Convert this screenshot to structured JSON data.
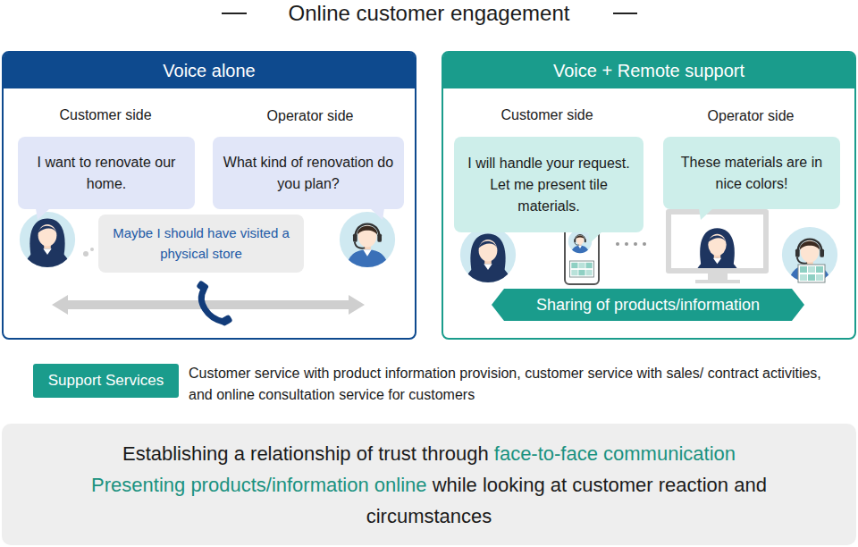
{
  "diagram": {
    "title": "Online customer engagement",
    "nodes": [
      {
        "text": [
          "Voice alone"
        ]
      },
      {
        "text": [
          "I want to renovate our home."
        ],
        "in": 0
      },
      {
        "text": [
          "What kind of renovation do you plan?"
        ],
        "in": 0
      },
      {
        "text": [
          "Maybe I should have visited a physical store"
        ],
        "in": 0
      },
      {
        "text": [
          "Voice + Remote support"
        ]
      },
      {
        "text": [
          "I will handle your request. Let me present tile materials."
        ],
        "in": 4
      },
      {
        "text": [
          "These materials are in nice colors!"
        ],
        "in": 4
      },
      {
        "text": [
          "Sharing of products/information"
        ],
        "in": 4
      },
      {
        "text": [
          "Support Services"
        ]
      },
      {
        "text": [
          "Establishing a relationship of trust through",
          "face-to-face communication",
          "Presenting products/information online",
          "while looking at customer reaction and circumstances"
        ]
      }
    ],
    "labels": [
      "Customer side",
      "Operator side",
      "Customer side",
      "Operator side",
      "Customer service with product information provision, customer service with sales/ contract activities, and online consultation service for customers"
    ]
  }
}
